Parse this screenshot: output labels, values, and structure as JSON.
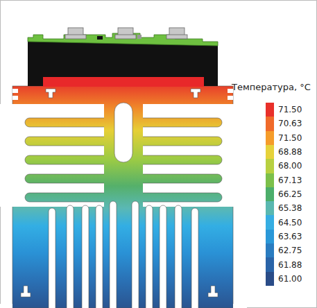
{
  "diagram": {
    "labels": [
      "Температура, °C"
    ],
    "legend": [
      {
        "text": "71.50",
        "color": "#e8302a"
      },
      {
        "text": "70.63",
        "color": "#f06a2a"
      },
      {
        "text": "71.50",
        "color": "#f59c2a"
      },
      {
        "text": "68.88",
        "color": "#e6d23a"
      },
      {
        "text": "68.00",
        "color": "#b8d040"
      },
      {
        "text": "67.13",
        "color": "#7cc04a"
      },
      {
        "text": "66.25",
        "color": "#4cae6a"
      },
      {
        "text": "65.38",
        "color": "#5ab8b0"
      },
      {
        "text": "64.50",
        "color": "#36aee2"
      },
      {
        "text": "63.63",
        "color": "#2a98d8"
      },
      {
        "text": "62.75",
        "color": "#2a7cc0"
      },
      {
        "text": "61.88",
        "color": "#2a64a8"
      },
      {
        "text": "61.00",
        "color": "#2a4c88"
      }
    ]
  }
}
